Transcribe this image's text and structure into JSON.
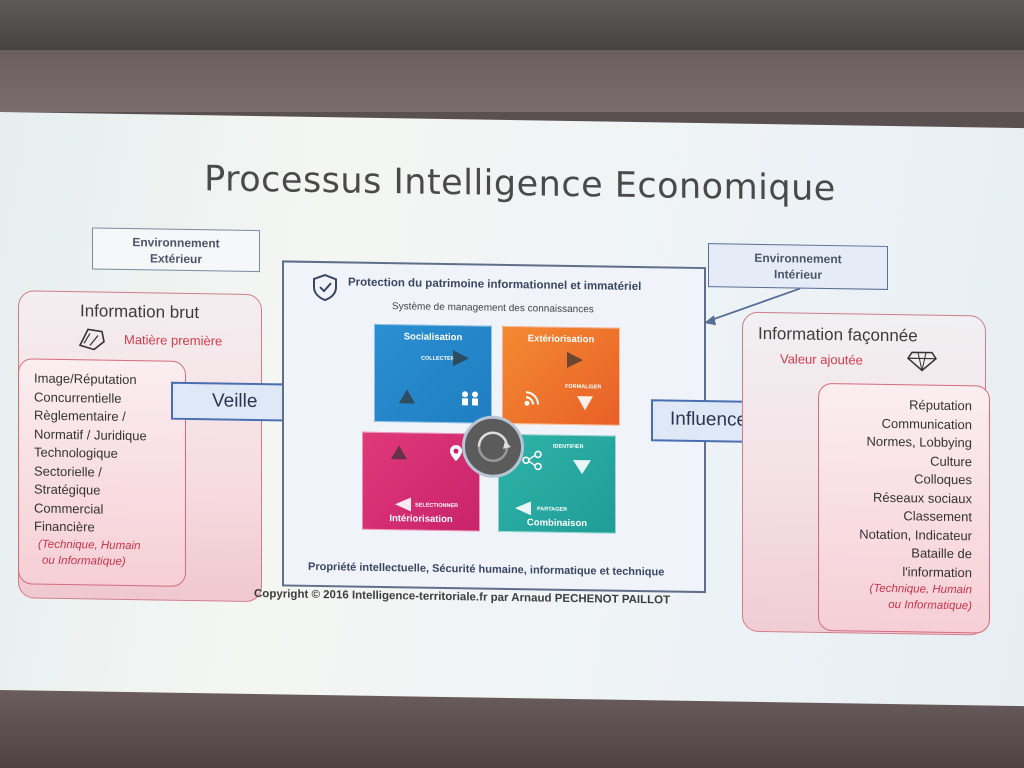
{
  "title": "Processus Intelligence Economique",
  "env_exterieur": [
    "Environnement",
    "Extérieur"
  ],
  "env_interieur": [
    "Environnement",
    "Intérieur"
  ],
  "left": {
    "title": "Information brut",
    "subtitle": "Matière première",
    "items": [
      "Image/Réputation",
      "Concurrentielle",
      "Règlementaire /",
      "Normatif / Juridique",
      "Technologique",
      "Sectorielle /",
      "Stratégique",
      "Commercial",
      "Financière"
    ],
    "note": [
      "(Technique, Humain",
      "ou Informatique)"
    ]
  },
  "veille_label": "Veille",
  "influence_label": "Influence",
  "center": {
    "header": "Protection du patrimoine informationnel et immatériel",
    "subheader": "Système de management des connaissances",
    "quadrants": {
      "socialisation": "Socialisation",
      "exteriorisation": "Extériorisation",
      "interiorisation": "Intériorisation",
      "combinaison": "Combinaison"
    },
    "tags": {
      "collecter": "COLLECTER",
      "formaliser": "FORMALISER",
      "identifier": "IDENTIFIER",
      "selectionner": "SELECTIONNER",
      "partager": "PARTAGER"
    },
    "footer": "Propriété intellectuelle, Sécurité  humaine, informatique et technique"
  },
  "right": {
    "title": "Information façonnée",
    "subtitle": "Valeur ajoutée",
    "items": [
      "Réputation",
      "Communication",
      "Normes, Lobbying",
      "Culture",
      "Colloques",
      "Réseaux sociaux",
      "Classement",
      "Notation, Indicateur",
      "Bataille de",
      "l'information"
    ],
    "note": [
      "(Technique, Humain",
      "ou Informatique)"
    ]
  },
  "copyright": "Copyright © 2016 Intelligence-territoriale.fr par Arnaud PECHENOT PAILLOT",
  "colors": {
    "socialisation": "#2a8fd3",
    "exteriorisation": "#f48a32",
    "interiorisation": "#e0397a",
    "combinaison": "#2eb3a8",
    "arrow_fill": "#dfe8f7",
    "arrow_stroke": "#4a6fb0"
  }
}
